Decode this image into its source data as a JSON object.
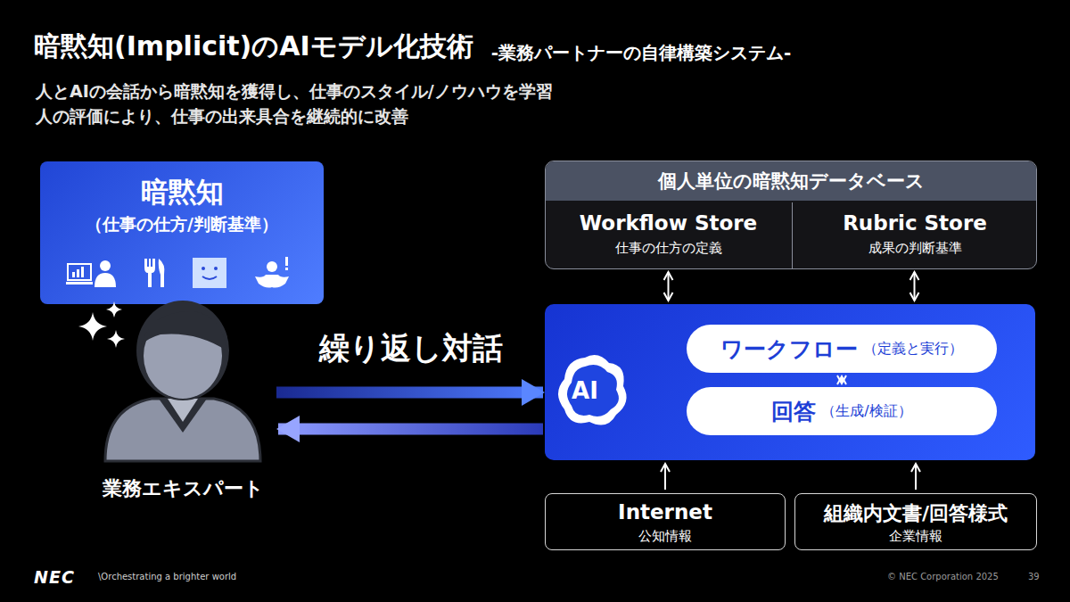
{
  "diagram": {
    "title": "暗黙知(Implicit)のAIモデル化技術",
    "nodes": [
      {
        "text": [
          "暗黙知",
          "（仕事の仕方/判断基準）"
        ]
      },
      {
        "text": [
          "業務エキスパート"
        ]
      },
      {
        "text": [
          "個人単位の暗黙知データベース"
        ]
      },
      {
        "text": [
          "Workflow Store",
          "仕事の仕方の定義"
        ],
        "in": 2
      },
      {
        "text": [
          "Rubric Store",
          "成果の判断基準"
        ],
        "in": 2
      },
      {
        "text": [
          "AI"
        ]
      },
      {
        "text": [
          "ワークフロー",
          "（定義と実行）"
        ],
        "in": 5
      },
      {
        "text": [
          "回答",
          "（生成/検証）"
        ],
        "in": 5
      },
      {
        "text": [
          "Internet",
          "公知情報"
        ]
      },
      {
        "text": [
          "組織内文書/回答様式",
          "企業情報"
        ]
      }
    ],
    "edges": [
      {
        "from": 1,
        "to": 5,
        "arrow": "to",
        "label": "繰り返し対話"
      },
      {
        "from": 5,
        "to": 1,
        "arrow": "to"
      },
      {
        "from": 3,
        "to": 5,
        "arrow": "both"
      },
      {
        "from": 4,
        "to": 5,
        "arrow": "both"
      },
      {
        "from": 8,
        "to": 5,
        "arrow": "to"
      },
      {
        "from": 9,
        "to": 5,
        "arrow": "to"
      },
      {
        "from": 7,
        "to": 6,
        "arrow": "to"
      },
      {
        "from": 6,
        "to": 7,
        "arrow": "to"
      }
    ],
    "labels": [
      "-業務パートナーの自律構築システム-",
      "人とAIの会話から暗黙知を獲得し、仕事のスタイル/ノウハウを学習",
      "人の評価により、仕事の出来具合を継続的に改善",
      "NEC",
      "\\Orchestrating a brighter world",
      "© NEC Corporation 2025",
      "39"
    ]
  }
}
